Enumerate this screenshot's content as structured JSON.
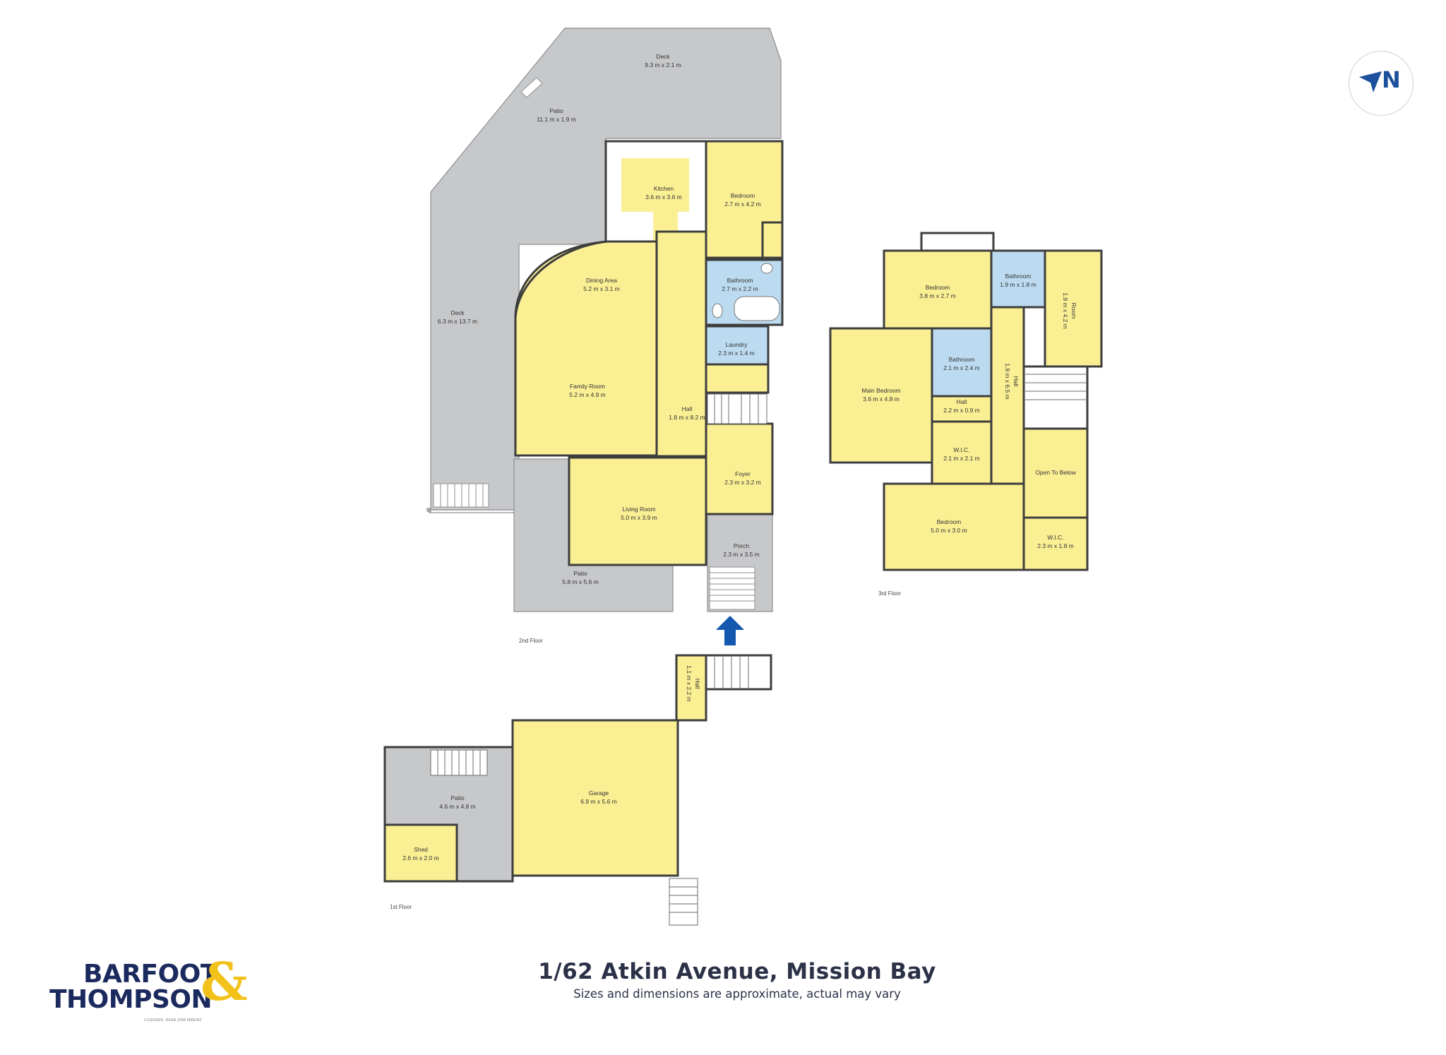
{
  "colors": {
    "room_fill": "#fbef94",
    "outdoor_fill": "#c7c8ca",
    "bathroom_fill": "#bcdbf0",
    "wall": "#3d3d3d",
    "brand_navy": "#1b2a5e",
    "brand_gold": "#f2c21a",
    "arrow_blue": "#1558b0"
  },
  "floors": {
    "first": "1st Floor",
    "second": "2nd Floor",
    "third": "3rd Floor"
  },
  "rooms": {
    "deck_top": {
      "name": "Deck",
      "size": "9.3 m x 2.1 m"
    },
    "patio_top": {
      "name": "Patio",
      "size": "11.1 m x 1.9 m"
    },
    "kitchen": {
      "name": "Kitchen",
      "size": "3.6 m x 3.6 m"
    },
    "bedroom_2f": {
      "name": "Bedroom",
      "size": "2.7 m x 4.2 m"
    },
    "dining": {
      "name": "Dining Area",
      "size": "5.2 m x 3.1 m"
    },
    "bathroom_2f": {
      "name": "Bathroom",
      "size": "2.7 m x 2.2 m"
    },
    "deck_left": {
      "name": "Deck",
      "size": "6.3 m x 13.7 m"
    },
    "laundry": {
      "name": "Laundry",
      "size": "2.3 m x 1.4 m"
    },
    "family": {
      "name": "Family Room",
      "size": "5.2 m x 4.9 m"
    },
    "hall_2f": {
      "name": "Hall",
      "size": "1.8 m x 8.2 m"
    },
    "foyer": {
      "name": "Foyer",
      "size": "2.3 m x 3.2 m"
    },
    "living": {
      "name": "Living Room",
      "size": "5.0 m x 3.9 m"
    },
    "porch": {
      "name": "Porch",
      "size": "2.3 m x 3.5 m"
    },
    "patio_bottom": {
      "name": "Patio",
      "size": "5.8 m x 5.6 m"
    },
    "bedroom_3f_a": {
      "name": "Bedroom",
      "size": "3.8 m x 2.7 m"
    },
    "bathroom_3f_a": {
      "name": "Bathroom",
      "size": "1.9 m x 1.8 m"
    },
    "room_3f": {
      "name": "Room",
      "size": "1.9 m x 4.2 m"
    },
    "main_bedroom": {
      "name": "Main Bedroom",
      "size": "3.6 m x 4.8 m"
    },
    "bathroom_3f_b": {
      "name": "Bathroom",
      "size": "2.1 m x 2.4 m"
    },
    "hall_3f_v": {
      "name": "Hall",
      "size": "1.9 m x 6.5 m"
    },
    "hall_3f_s": {
      "name": "Hall",
      "size": "2.2 m x 0.9 m"
    },
    "wic_a": {
      "name": "W.I.C.",
      "size": "2.1 m x 2.1 m"
    },
    "open_below": {
      "name": "Open To Below",
      "size": ""
    },
    "bedroom_3f_b": {
      "name": "Bedroom",
      "size": "5.0 m x 3.0 m"
    },
    "wic_b": {
      "name": "W.I.C.",
      "size": "2.3 m x 1.8 m"
    },
    "hall_1f": {
      "name": "Hall",
      "size": "1.1 m x 2.2 m"
    },
    "garage": {
      "name": "Garage",
      "size": "6.9 m x 5.6 m"
    },
    "patio_1f": {
      "name": "Patio",
      "size": "4.6 m x 4.8 m"
    },
    "shed": {
      "name": "Shed",
      "size": "2.6 m x 2.0 m"
    }
  },
  "address": "1/62 Atkin Avenue, Mission Bay",
  "disclaimer": "Sizes and dimensions are approximate, actual may vary",
  "logo": {
    "line1": "BARFOOT",
    "line2": "THOMPSON",
    "amp": "&",
    "sub": "LICENSED, REAA 2008 MREINZ"
  },
  "compass": {
    "letter": "N",
    "icon": "north-arrow-icon"
  }
}
